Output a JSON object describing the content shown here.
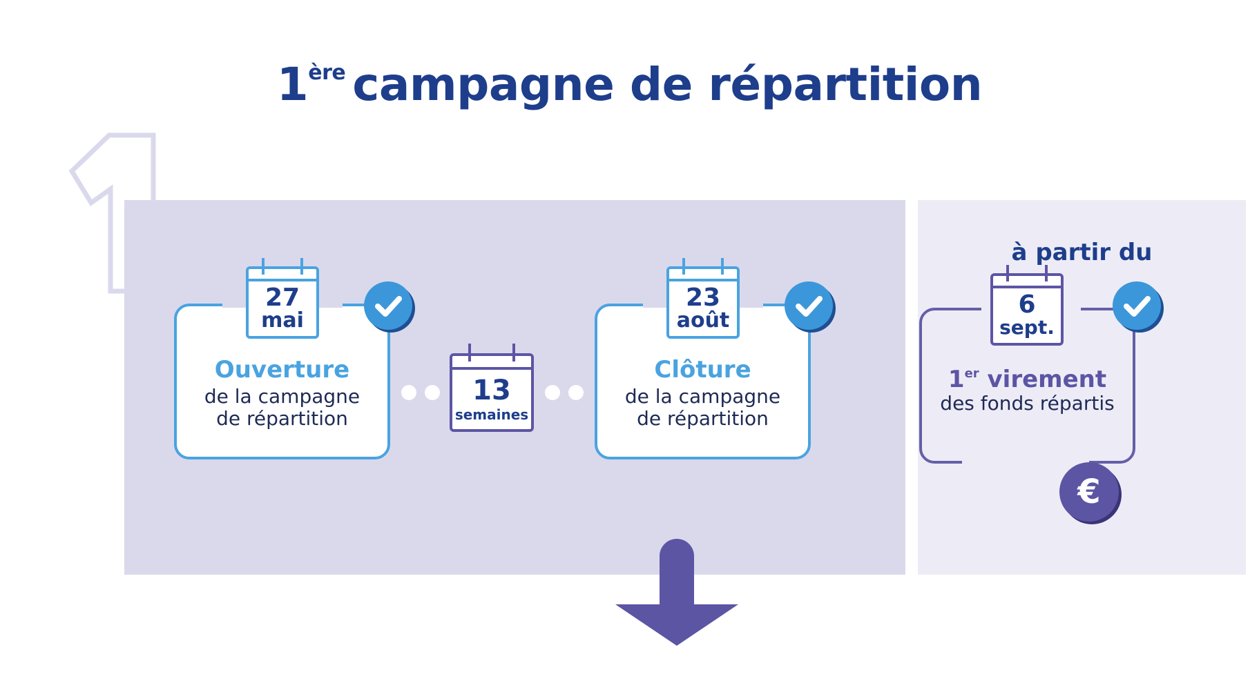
{
  "title": {
    "ordinal_number": "1",
    "ordinal_suffix": "ère",
    "text": "campagne de répartition"
  },
  "step_number": "1",
  "steps": [
    {
      "date_day": "27",
      "date_month": "mai",
      "title": "Ouverture",
      "line1": "de la campagne",
      "line2": "de répartition",
      "status": "check-icon"
    },
    {
      "duration_value": "13",
      "duration_unit": "semaines"
    },
    {
      "date_day": "23",
      "date_month": "août",
      "title": "Clôture",
      "line1": "de la campagne",
      "line2": "de répartition",
      "status": "check-icon"
    }
  ],
  "payment": {
    "from_label": "à partir du",
    "date_day": "6",
    "date_month": "sept.",
    "title_number": "1",
    "title_suffix": "er",
    "title_text": "virement",
    "subtitle": "des fonds répartis",
    "currency_symbol": "€",
    "status": "check-icon"
  },
  "colors": {
    "navy": "#1e3e8c",
    "sky_blue": "#4aa3e0",
    "purple": "#5c55a4",
    "panel_main": "#dad9ec",
    "panel_side": "#edecf6"
  }
}
